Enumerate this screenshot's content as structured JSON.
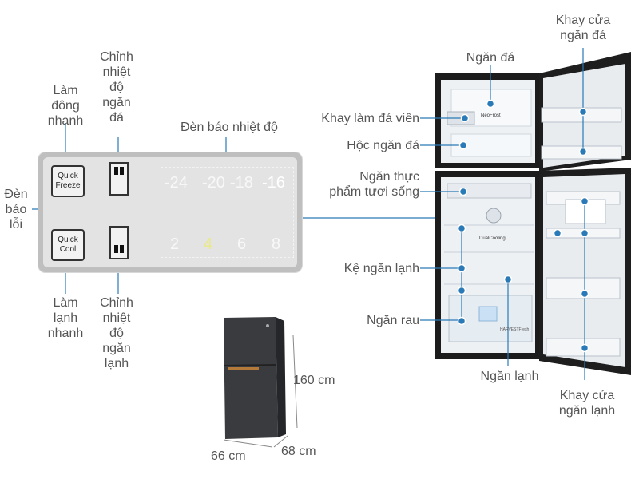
{
  "panel": {
    "quick_freeze": "Quick\nFreeze",
    "quick_cool": "Quick\nCool",
    "freezer_temps": [
      "-24",
      "-20",
      "-18",
      "-16"
    ],
    "fridge_temps": [
      "2",
      "4",
      "6",
      "8"
    ]
  },
  "labels": {
    "chinh_ngan_da": "Chỉnh\nnhiệt\nđộ\nngăn\nđá",
    "lam_dong_nhanh": "Làm\nđông\nnhanh",
    "den_bao_nhiet_do": "Đèn báo nhiệt độ",
    "den_bao_loi": "Đèn\nbáo\nlỗi",
    "lam_lanh_nhanh": "Làm\nlạnh\nnhanh",
    "chinh_ngan_lanh": "Chỉnh\nnhiệt\nđộ\nngăn\nlạnh",
    "ngan_da": "Ngăn đá",
    "khay_cua_ngan_da": "Khay cửa\nngăn đá",
    "khay_lam_da_vien": "Khay làm đá viên",
    "hoc_ngan_da": "Hộc ngăn đá",
    "ngan_thuc_pham": "Ngăn thực\nphẩm tươi sống",
    "ke_ngan_lanh": "Kệ ngăn lạnh",
    "ngan_rau": "Ngăn rau",
    "ngan_lanh": "Ngăn lạnh",
    "khay_cua_ngan_lanh": "Khay cửa\nngăn lạnh"
  },
  "dimensions": {
    "height": "160 cm",
    "width": "66 cm",
    "depth": "68 cm"
  },
  "fridge_marks": {
    "neofrost": "NeoFrost",
    "dualcooling": "DualCooling",
    "harvestfresh": "HARVESTFresh"
  },
  "colors": {
    "accent": "#2a7ab8",
    "panel": "#bfbfbf",
    "fridge_body": "#2b2b2b"
  }
}
